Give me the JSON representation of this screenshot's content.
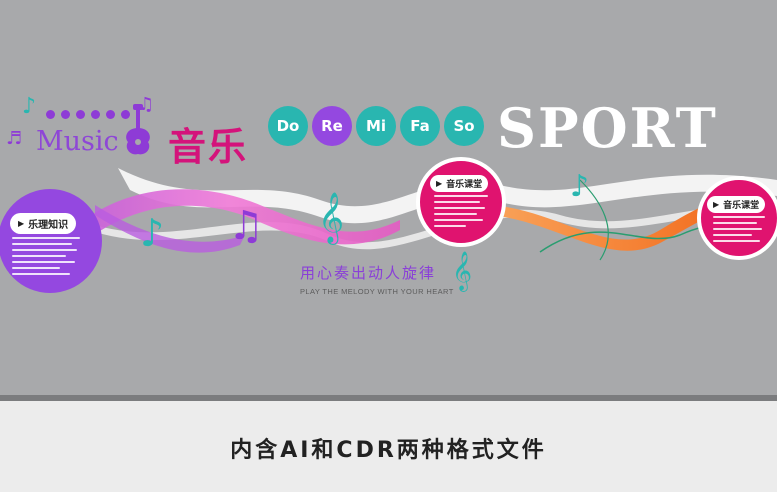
{
  "title": {
    "english": "Music",
    "chinese": "音乐"
  },
  "solfege": [
    {
      "label": "Do",
      "color": "#29b6b0"
    },
    {
      "label": "Re",
      "color": "#9448e0"
    },
    {
      "label": "Mi",
      "color": "#29b6b0"
    },
    {
      "label": "Fa",
      "color": "#29b6b0"
    },
    {
      "label": "So",
      "color": "#29b6b0"
    }
  ],
  "headline": "SPORT",
  "panels": [
    {
      "tag": "乐理知识",
      "color": "#9448e0"
    },
    {
      "tag": "音乐课堂",
      "color": "#e0136f"
    },
    {
      "tag": "音乐课堂",
      "color": "#e0136f"
    }
  ],
  "slogan": {
    "chinese": "用心奏出动人旋律",
    "english": "PLAY THE MELODY WITH YOUR HEART"
  },
  "caption": "内含AI和CDR两种格式文件",
  "icons": {
    "note": "♪",
    "beamed_note": "♫",
    "double_note": "♬",
    "treble_clef": "𝄞",
    "play": "▶"
  },
  "colors": {
    "wall": "#a8a9ab",
    "purple": "#9448e0",
    "magenta": "#e0136f",
    "teal": "#29b6b0",
    "orange": "#f47f2e"
  }
}
